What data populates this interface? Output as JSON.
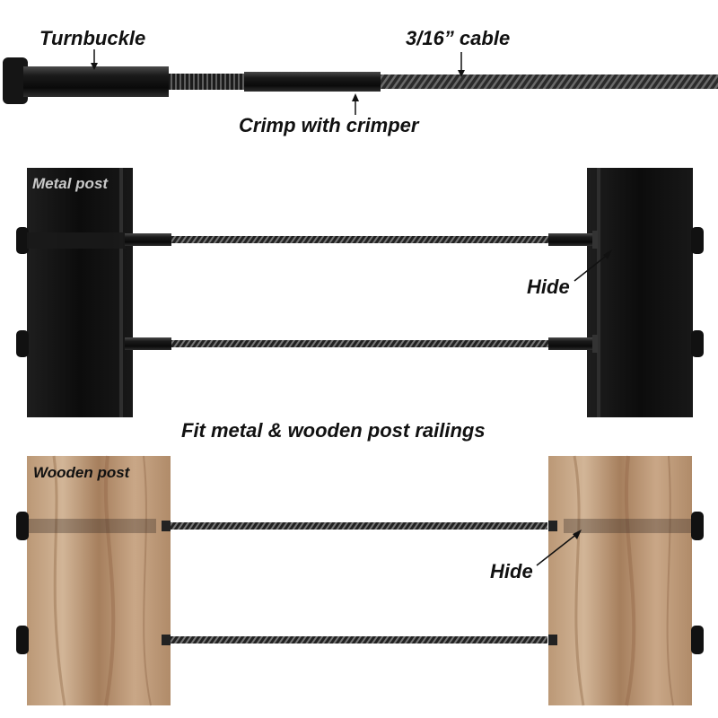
{
  "labels": {
    "turnbuckle": "Turnbuckle",
    "cable": "3/16” cable",
    "crimp": "Crimp with crimper",
    "metal_post": "Metal post",
    "hide_metal": "Hide",
    "fit": "Fit metal & wooden post railings",
    "wooden_post": "Wooden post",
    "hide_wood": "Hide"
  },
  "colors": {
    "metal_black": "#111111",
    "cable_dark": "#1c1c1c",
    "wood_light": "#c8a888",
    "wood_dark": "#a07a58",
    "label_text": "#111111",
    "metal_label_text": "#c9c9c9"
  }
}
